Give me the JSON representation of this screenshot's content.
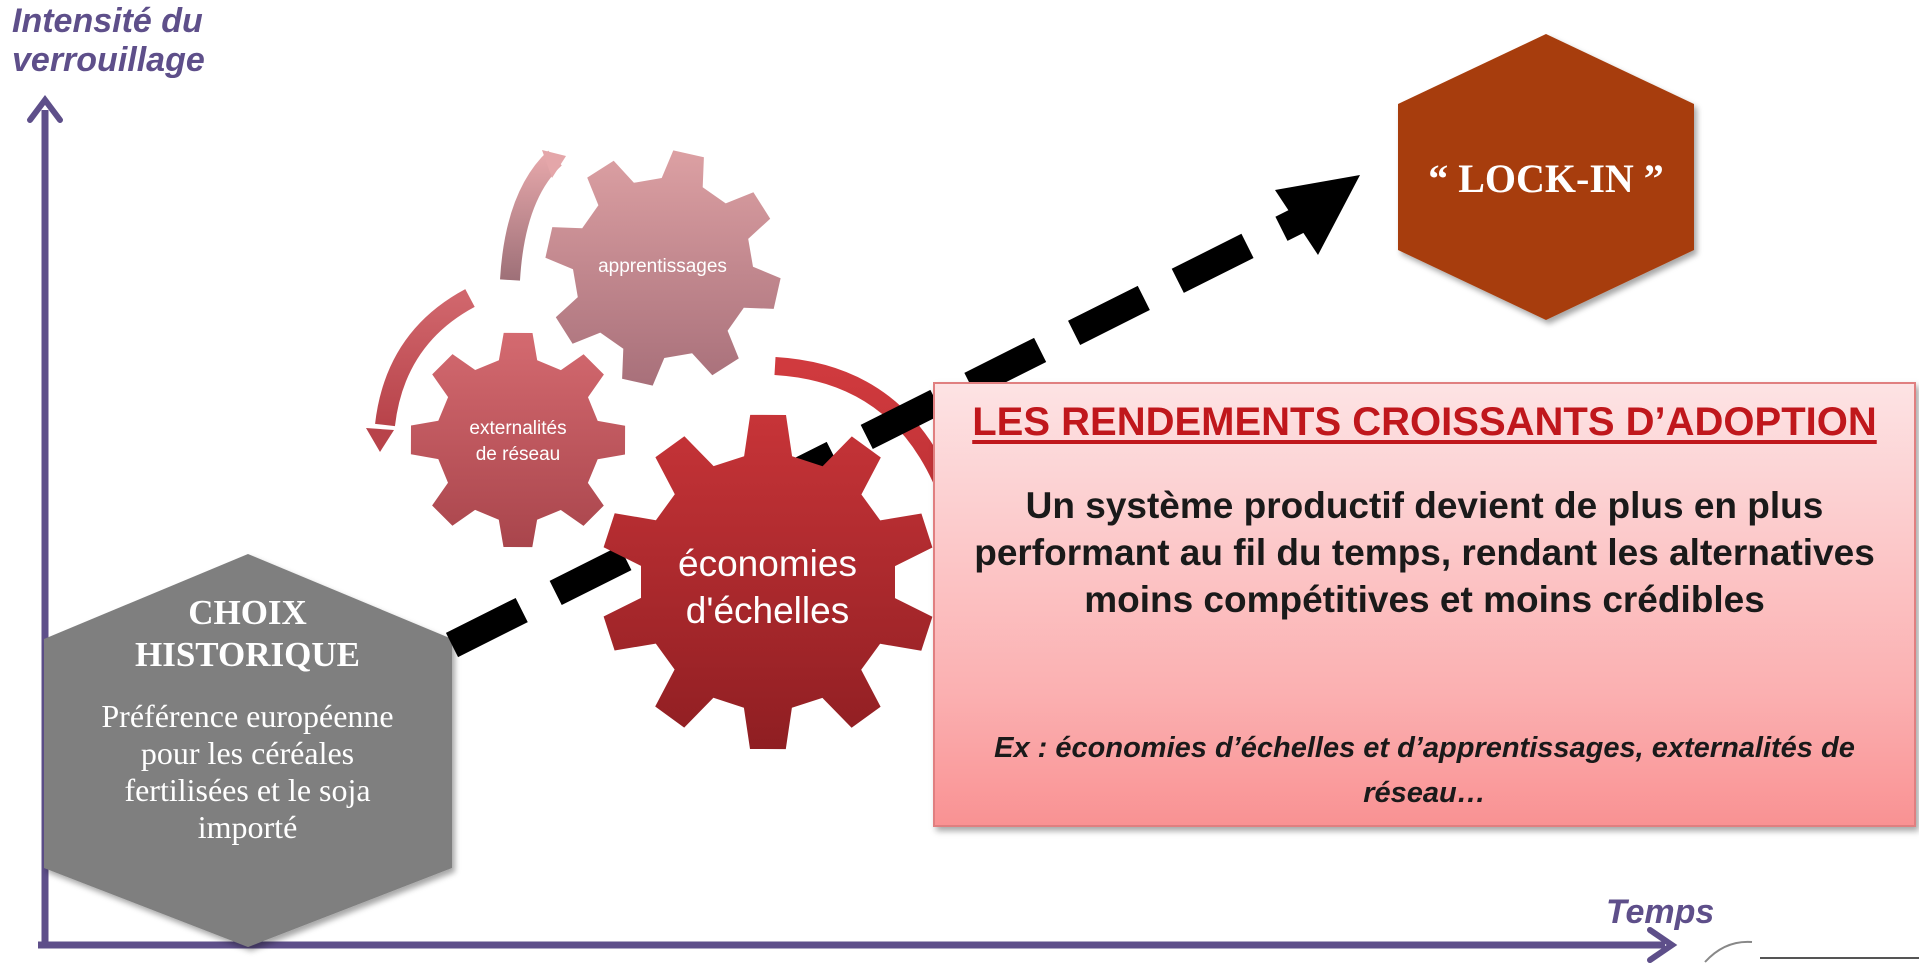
{
  "axes": {
    "y_label": "Intensité du verrouillage",
    "x_label": "Temps"
  },
  "choix": {
    "title": "CHOIX HISTORIQUE",
    "text": "Préférence européenne pour les céréales fertilisées et le soja importé"
  },
  "lockin": {
    "label": "“ LOCK-IN ”"
  },
  "gears": {
    "apprentissages": "apprentissages",
    "externalites": "externalités de réseau",
    "economies": "économies d'échelles"
  },
  "box": {
    "title": "LES RENDEMENTS CROISSANTS D’ADOPTION",
    "body": "Un système productif devient de plus en plus performant au fil du temps, rendant les alternatives moins compétitives et moins crédibles",
    "example": "Ex : économies d’échelles et d’apprentissages, externalités de réseau…"
  },
  "colors": {
    "axis": "#5e4f8a",
    "choix_hex": "#7f7f7f",
    "lockin_hex": "#a73e0a",
    "gear_light": "#c98185",
    "gear_mid": "#c2545a",
    "gear_dark": "#b1262b",
    "box_title": "#c0171c"
  }
}
